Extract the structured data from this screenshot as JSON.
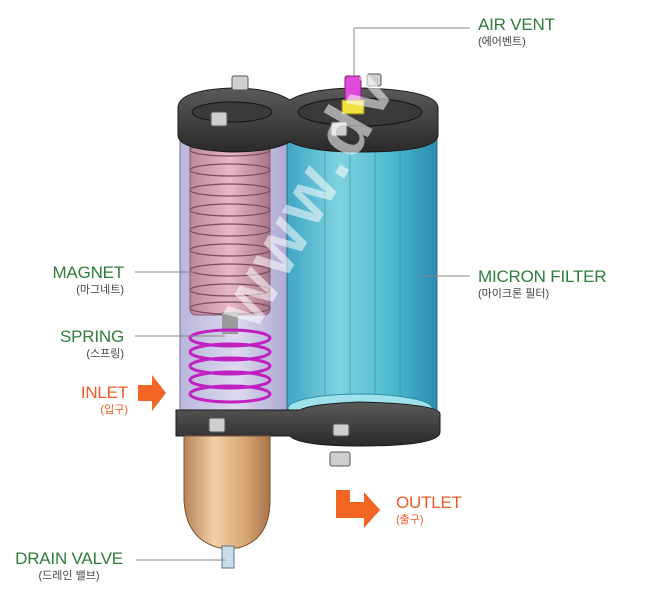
{
  "colors": {
    "label_green": "#2e7d3a",
    "label_orange": "#f05a28",
    "arrow_orange": "#f26522",
    "leader_gray": "#888888"
  },
  "labels": {
    "air_vent": {
      "en": "AIR VENT",
      "ko": "(에어벤트)"
    },
    "magnet": {
      "en": "MAGNET",
      "ko": "(마그네트)"
    },
    "spring": {
      "en": "SPRING",
      "ko": "(스프링)"
    },
    "inlet": {
      "en": "INLET",
      "ko": "(입구)"
    },
    "micron_filter": {
      "en": "MICRON FILTER",
      "ko": "(마이크론 필터)"
    },
    "outlet": {
      "en": "OUTLET",
      "ko": "(출구)"
    },
    "drain_valve": {
      "en": "DRAIN VALVE",
      "ko": "(드레인 밸브)"
    }
  },
  "watermark": "www.dvs"
}
